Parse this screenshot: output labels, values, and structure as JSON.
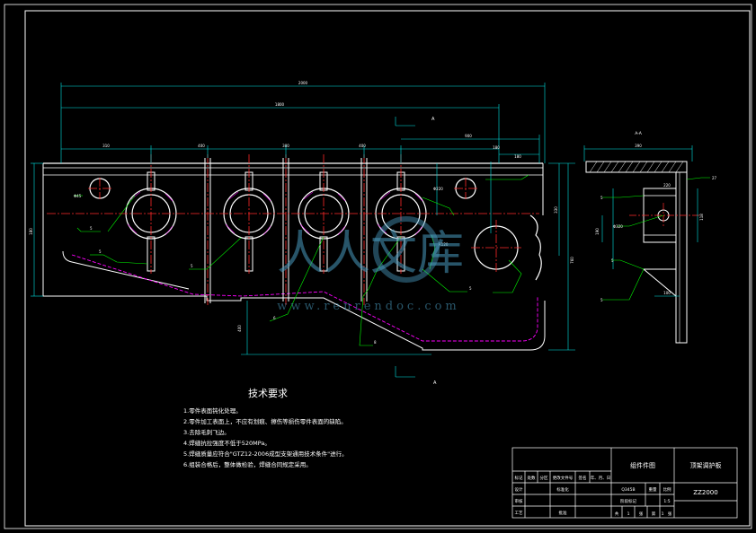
{
  "notes": {
    "title": "技术要求",
    "items": [
      "1.零件表面钝化处理。",
      "2.零件加工表面上，不应有划痕、擦伤等损伤零件表面的缺陷。",
      "3.去除毛刺飞边。",
      "4.焊缝抗拉强度不低于520MPa。",
      "5.焊缝质量应符合\"GTZ12-2006成型支架通用技术条件\"进行。",
      "6.组装合格后，整体做检验，焊缝合同规定采用。"
    ]
  },
  "dimensions": {
    "overall": "2000",
    "span": "1800",
    "pitch_1": "310",
    "pitch_2": "400",
    "pitch_3": "300",
    "pitch_4": "400",
    "right_1": "900",
    "right_2": "180",
    "right_3": "180",
    "height_left": "180",
    "height_right": "760",
    "height_right_2": "330",
    "bottom_rise": "400",
    "hole_left": "Φ45",
    "hole_big": "R120",
    "hole_mid": "Φ220",
    "side_w": "390",
    "side_h1": "280",
    "side_h2": "190",
    "side_h3": "118",
    "side_hole": "Φ320",
    "side_b": "220",
    "side_c": "27",
    "side_bot": "100",
    "weld": "5",
    "weld_2": "8",
    "weld_3": "6"
  },
  "section_marks": {
    "top": "A",
    "bottom": "A",
    "side_view": "A-A"
  },
  "title_block": {
    "standard_part": "组件件图",
    "part_name": "顶架调护板",
    "drawing_no": "ZZ2000",
    "material": "Q345B",
    "mark": "标记",
    "count": "处数",
    "zone": "分区",
    "change_doc": "更改文件号",
    "signature": "签名",
    "date": "年、月、日",
    "designer": "设计",
    "standardize": "标准化",
    "stage_mark": "阶段标记",
    "weight": "重量",
    "scale": "比例",
    "scale_value": "1:5",
    "review": "审核",
    "process": "工艺",
    "approve": "批准",
    "sheet_total": "共",
    "sheet_total_n": "1",
    "sheet_label": "张",
    "sheet_no": "第",
    "sheet_no_n": "1",
    "sheet_label_2": "张"
  },
  "watermark": {
    "cn": "人人文库",
    "url": "www.renrendoc.com"
  },
  "colors": {
    "background": "#000000",
    "outline": "#00ff00",
    "dimension": "#00e5e5",
    "centerline": "#ff2a2a",
    "hidden": "#ff00ff",
    "border": "#ffffff",
    "accent": "#ffff00"
  }
}
